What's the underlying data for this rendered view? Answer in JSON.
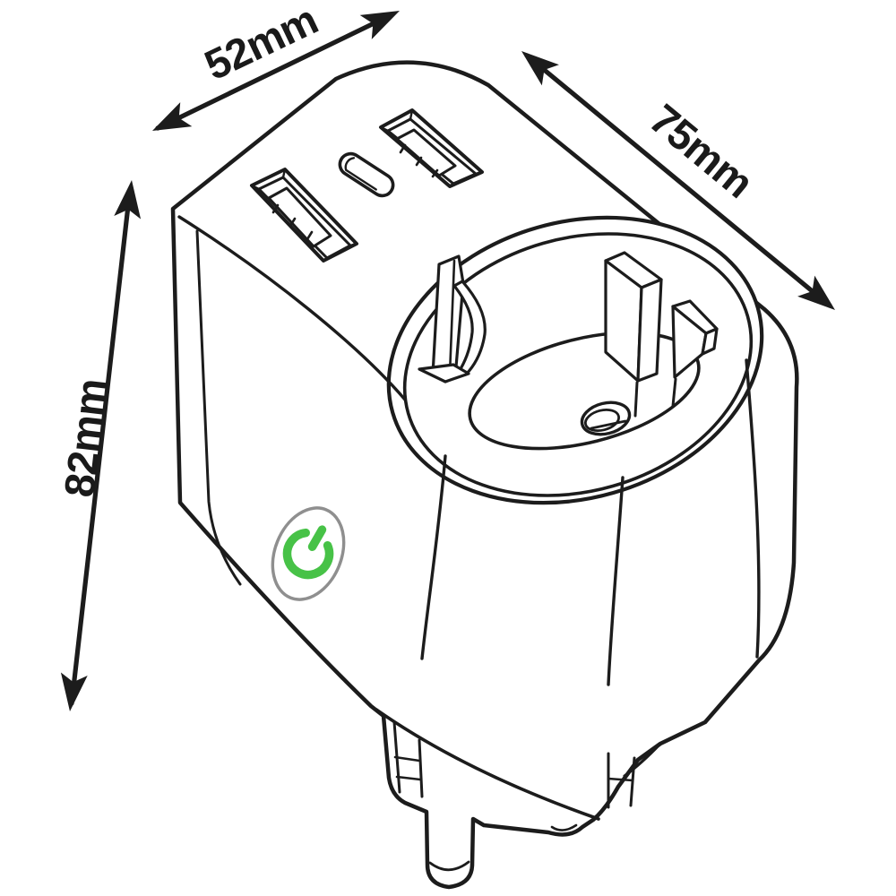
{
  "diagram": {
    "kind": "technical-dimension-drawing",
    "dimensions": {
      "width": {
        "label": "52mm"
      },
      "depth": {
        "label": "75mm"
      },
      "height": {
        "label": "82mm"
      }
    },
    "features": [
      "usb-a-port-left",
      "usb-a-port-right",
      "usb-c-port",
      "schuko-socket-recess",
      "ground-clip",
      "socket-pin-hole",
      "power-button",
      "earth-pin"
    ],
    "colors": {
      "line": "#1c1c1c",
      "power_green": "#47c247",
      "button_ring_gray": "#8f8f8f",
      "background": "#ffffff"
    }
  }
}
